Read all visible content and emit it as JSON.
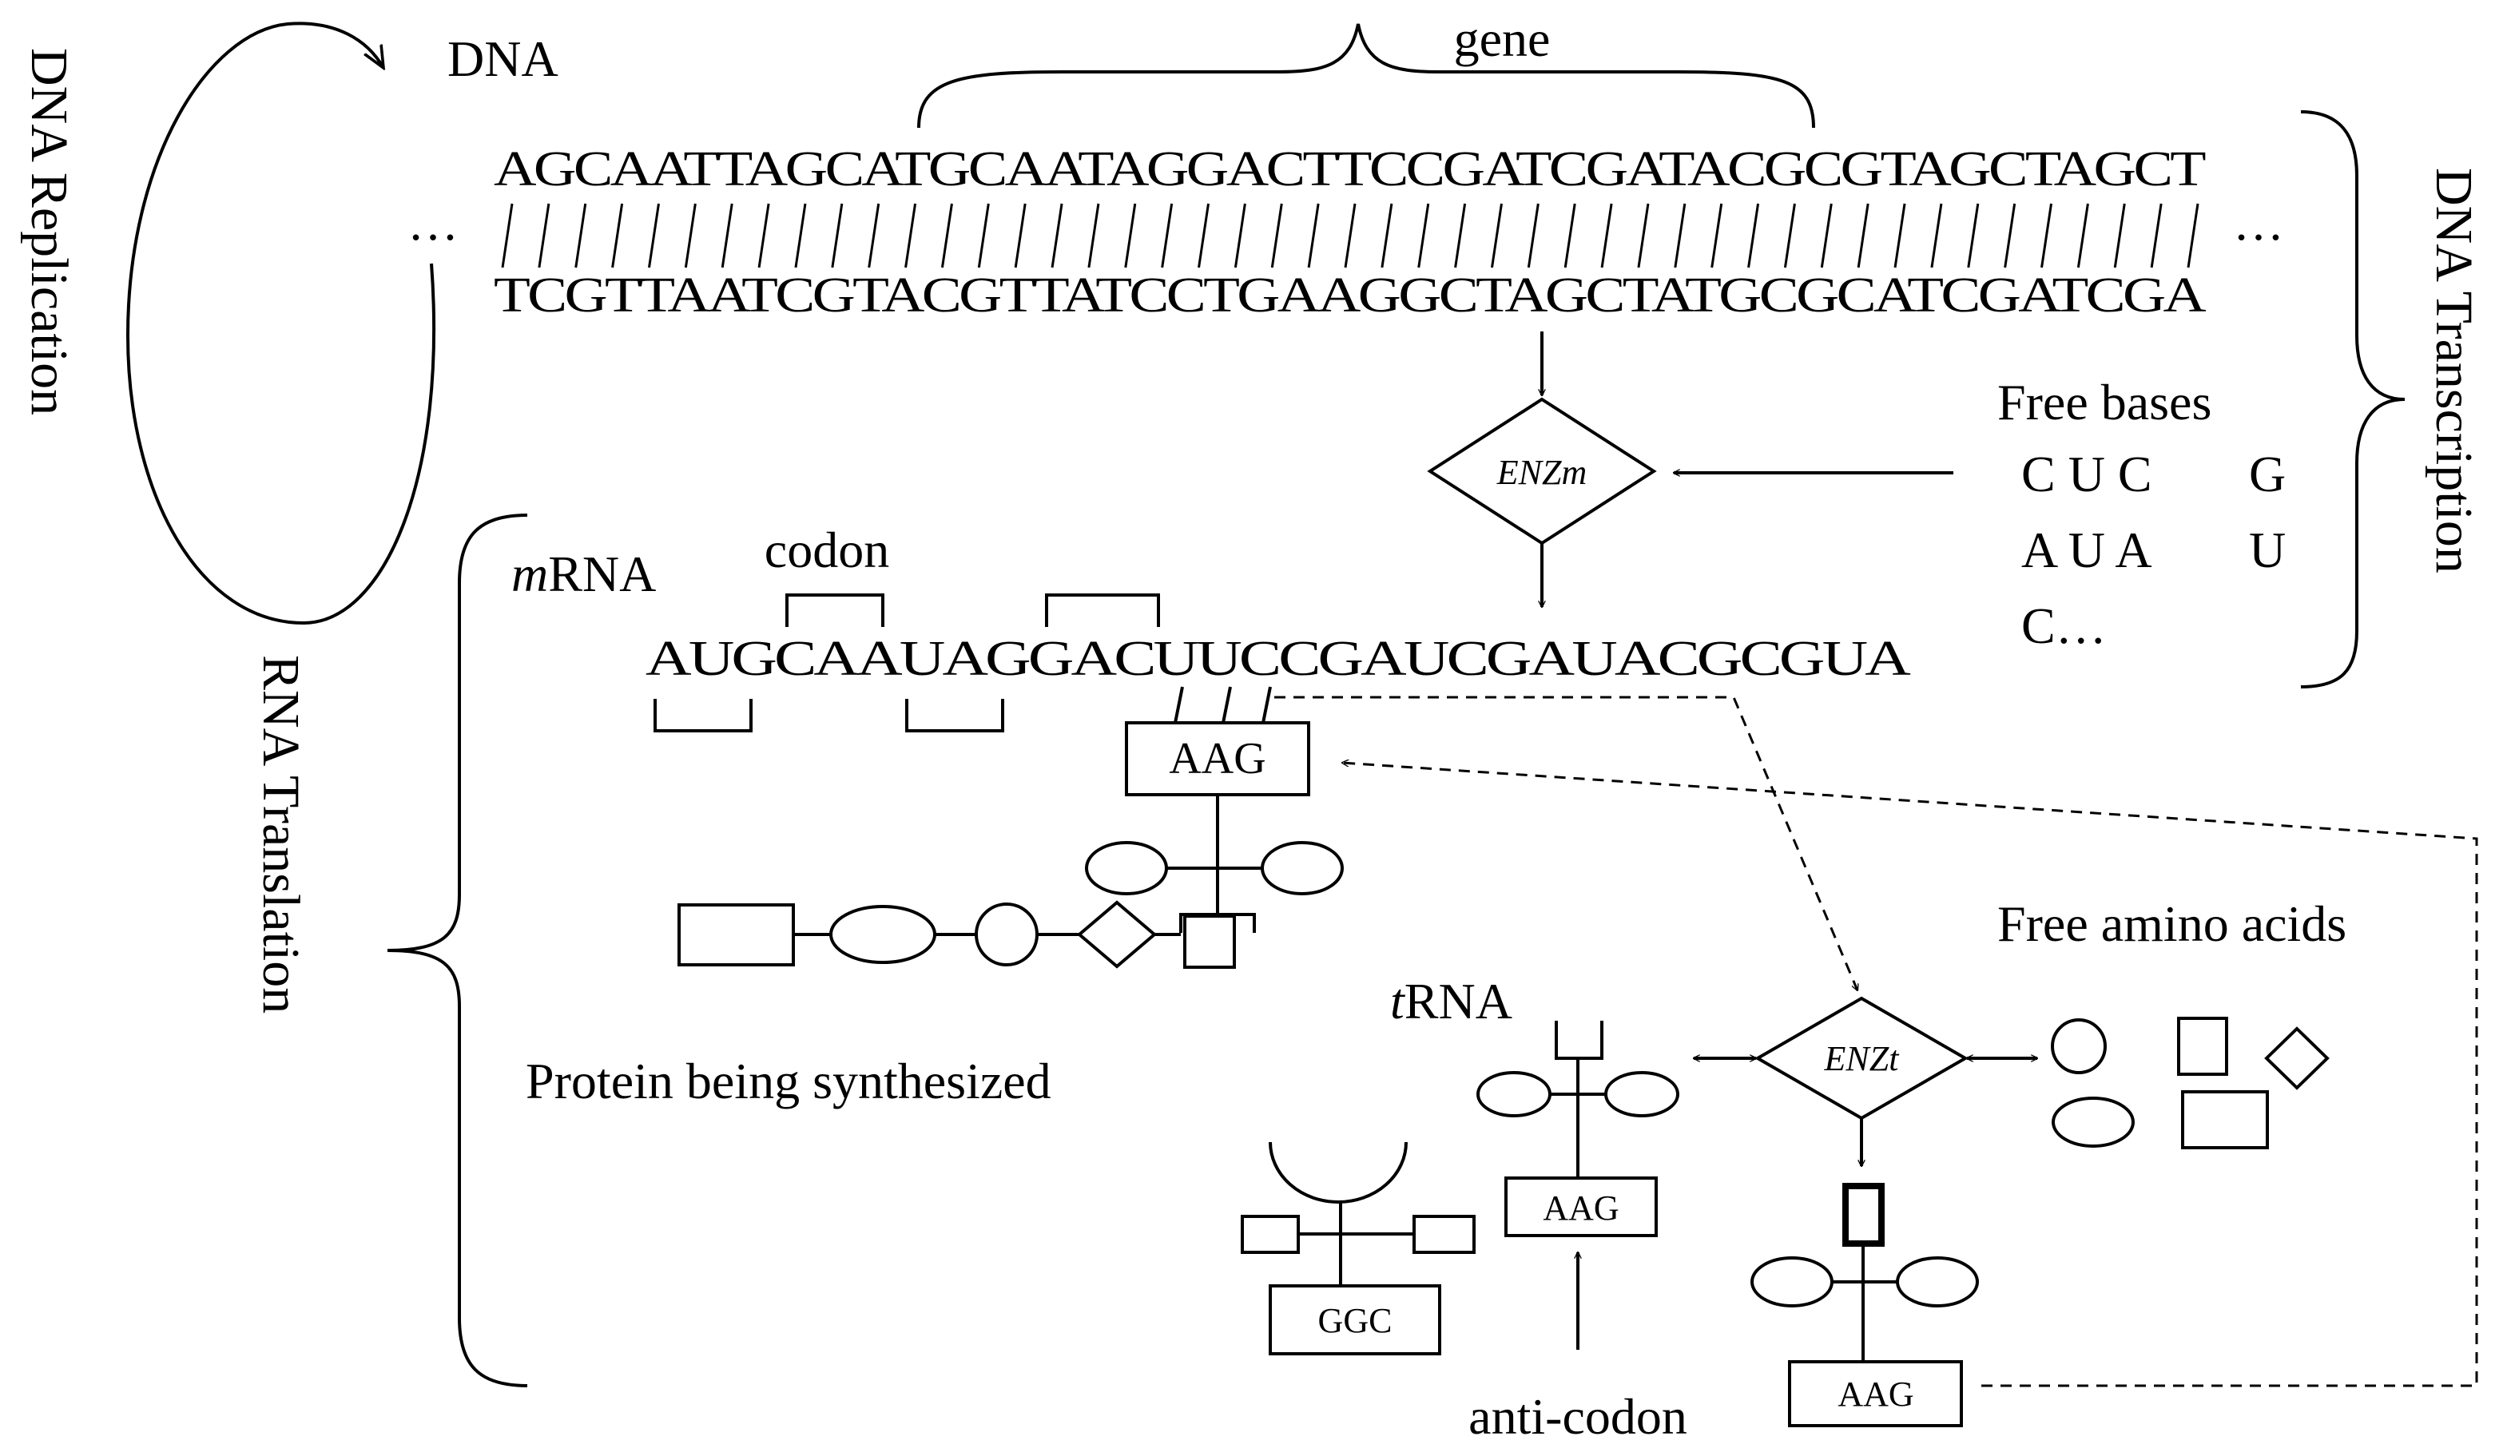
{
  "labels": {
    "dna_replication": "DNA Replication",
    "dna": "DNA",
    "gene": "gene",
    "dna_transcription": "DNA Transcription",
    "rna_translation": "RNA Translation",
    "mrna_prefix": "m",
    "mrna_suffix": "RNA",
    "codon": "codon",
    "free_bases": "Free bases",
    "enzm_prefix": "ENZ",
    "enzm_suffix": "m",
    "enzt_prefix": "ENZ",
    "enzt_suffix": "t",
    "free_amino_acids": "Free amino acids",
    "trna_prefix": "t",
    "trna_suffix": "RNA",
    "protein": "Protein being synthesized",
    "anti_codon": "anti-codon",
    "ellipsis_left": "…",
    "ellipsis_right": "…"
  },
  "sequences": {
    "dna_top": "AGCAATTAGCATGCAATAGGACTTCCGATCGATACGCGTAGCTAGCT",
    "dna_bottom": "TCGTTAATCGTACGTTATCCTGAAGGCTAGCTATGCGCATCGATCGA",
    "mrna": "AUGCAAUAGGACUUCCGAUCGAUACGCGUA"
  },
  "free_bases": {
    "row1": "C U C",
    "row1b": "G",
    "row2": "A U A",
    "row2b": "U",
    "row3": "C…"
  },
  "anticodons": {
    "bound": "AAG",
    "trna_free": "AAG",
    "trna_loaded": "AAG",
    "trna_other": "GGC"
  }
}
